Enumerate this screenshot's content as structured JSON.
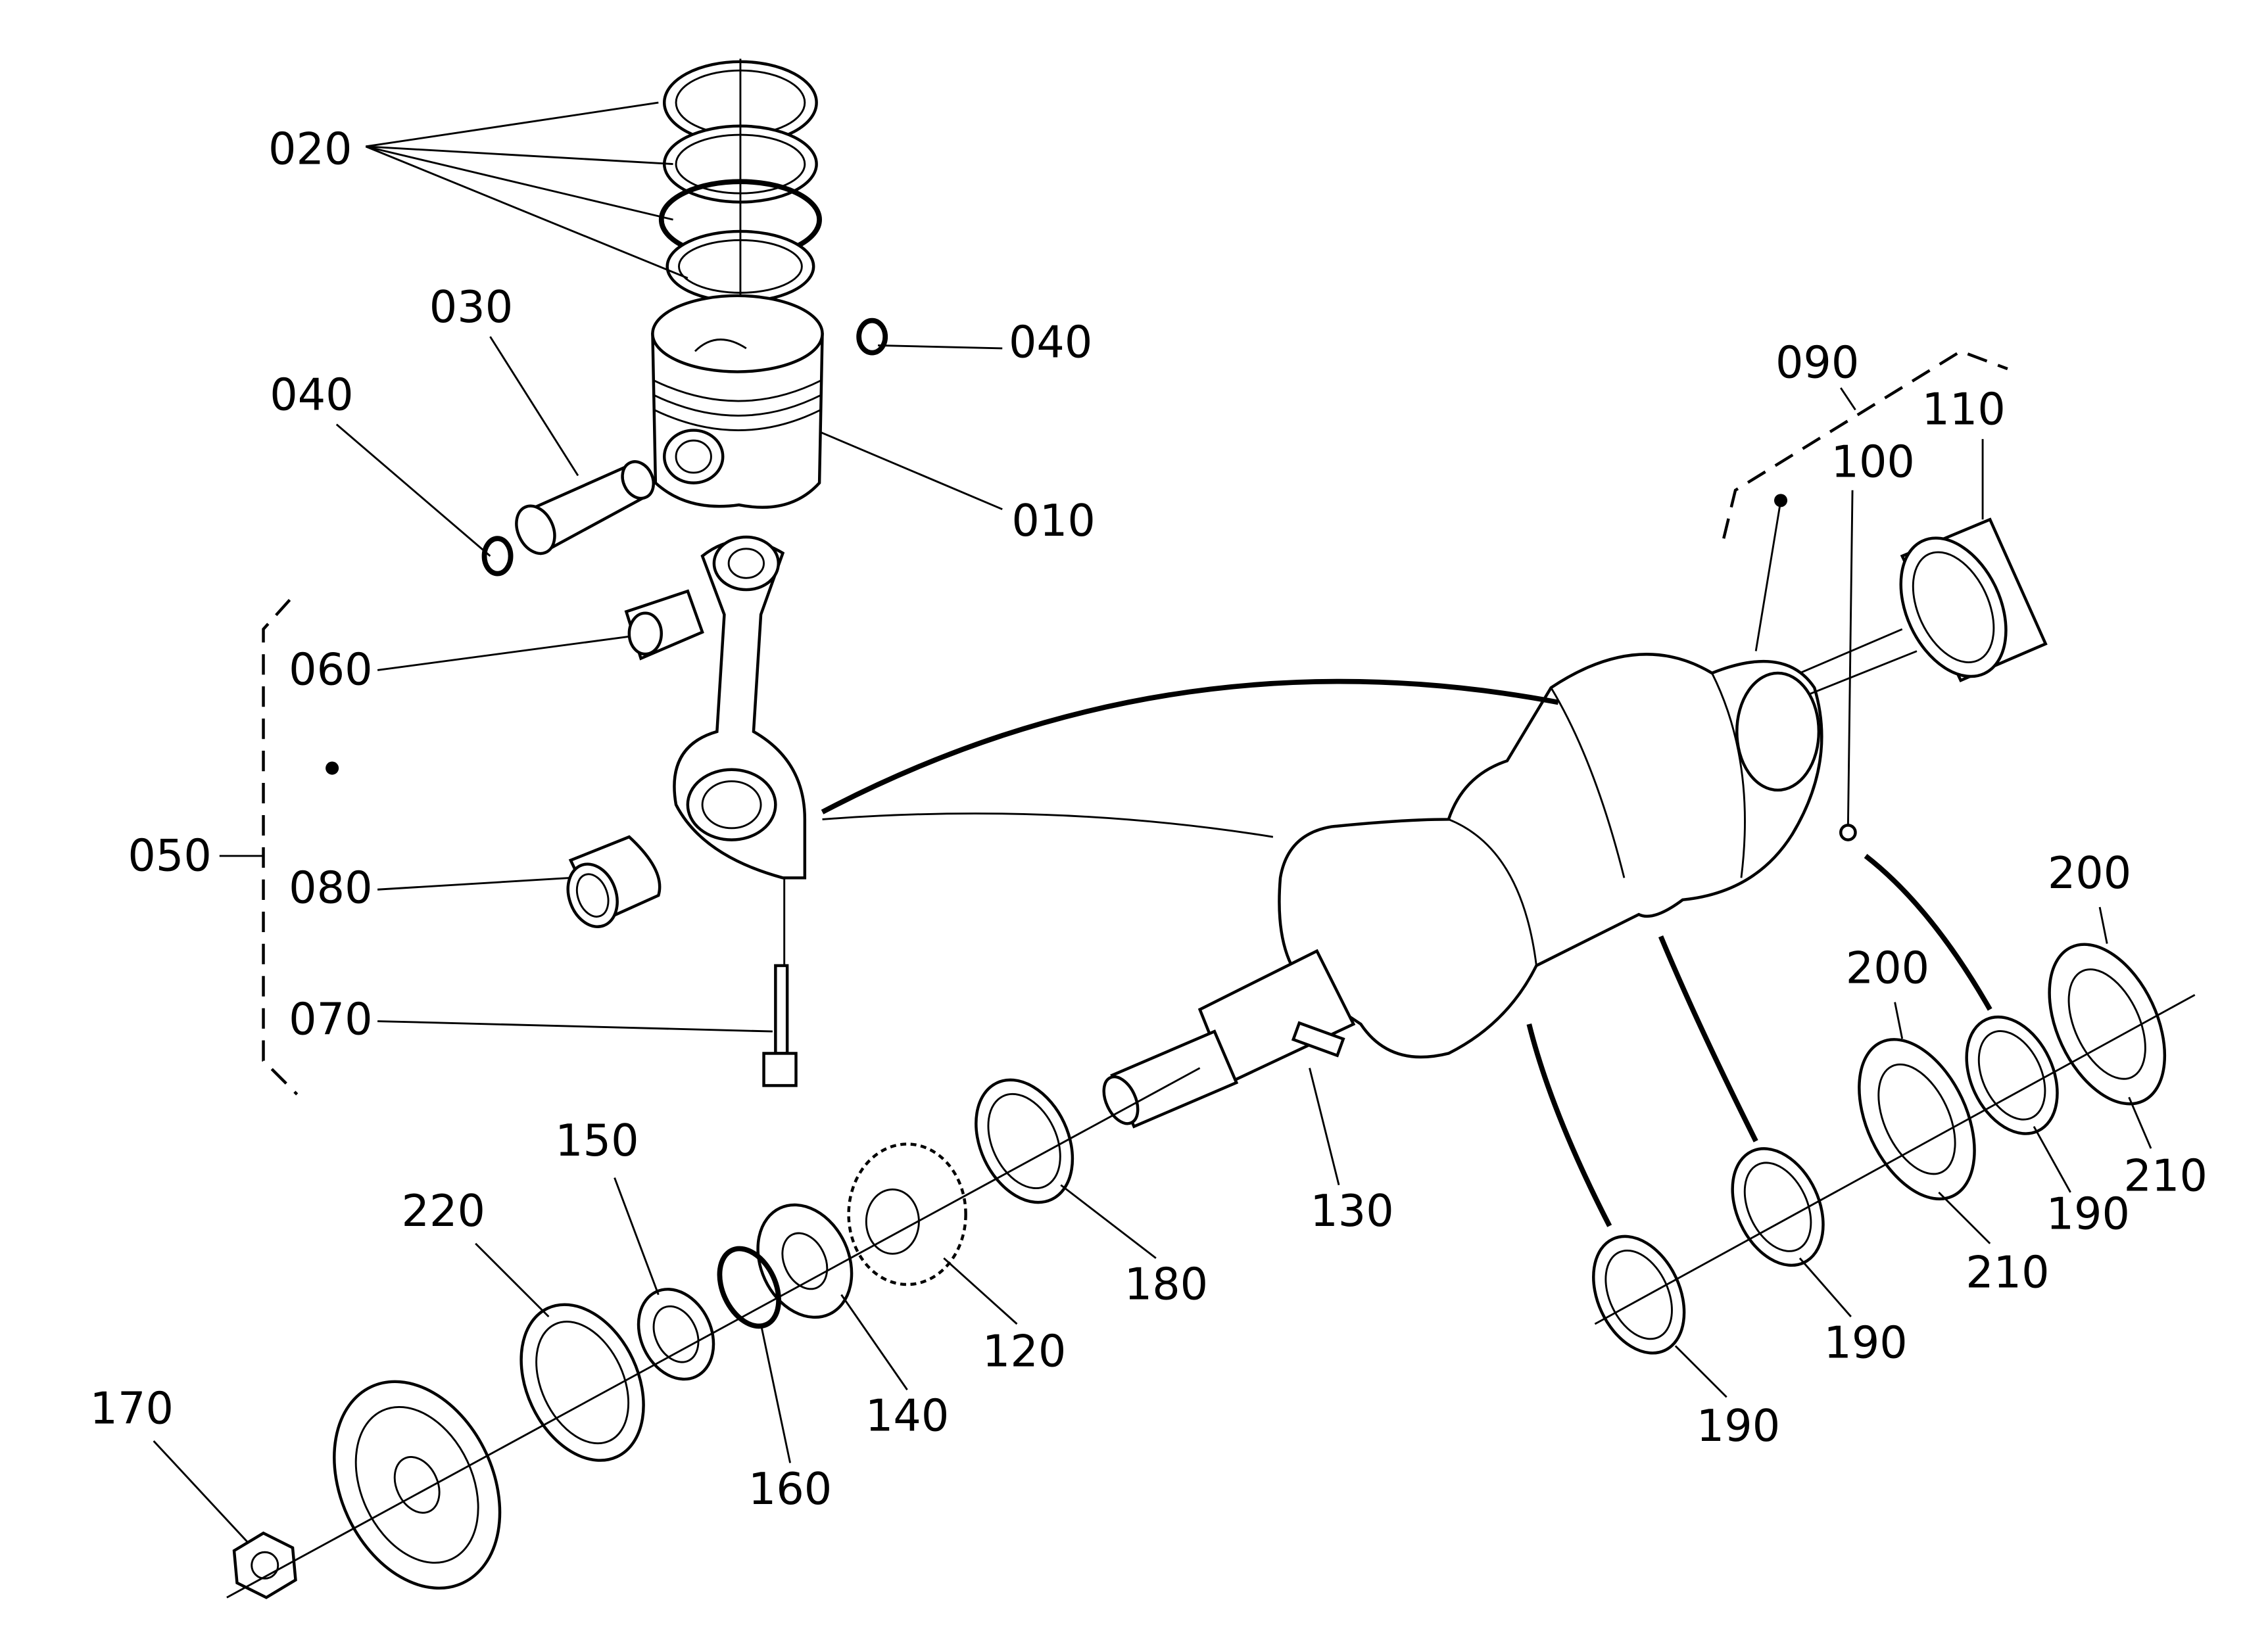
{
  "diagram": {
    "type": "exploded parts diagram",
    "colors": {
      "line": "#000000",
      "background": "#ffffff"
    },
    "callouts": [
      {
        "id": "c020",
        "text": "020"
      },
      {
        "id": "c030",
        "text": "030"
      },
      {
        "id": "c040a",
        "text": "040"
      },
      {
        "id": "c040b",
        "text": "040"
      },
      {
        "id": "c010",
        "text": "010"
      },
      {
        "id": "c090",
        "text": "090"
      },
      {
        "id": "c110",
        "text": "110"
      },
      {
        "id": "c100",
        "text": "100"
      },
      {
        "id": "c060",
        "text": "060"
      },
      {
        "id": "c050",
        "text": "050"
      },
      {
        "id": "c080",
        "text": "080"
      },
      {
        "id": "c070",
        "text": "070"
      },
      {
        "id": "c150",
        "text": "150"
      },
      {
        "id": "c220",
        "text": "220"
      },
      {
        "id": "c130",
        "text": "130"
      },
      {
        "id": "c180",
        "text": "180"
      },
      {
        "id": "c120",
        "text": "120"
      },
      {
        "id": "c140",
        "text": "140"
      },
      {
        "id": "c160",
        "text": "160"
      },
      {
        "id": "c170",
        "text": "170"
      },
      {
        "id": "c200a",
        "text": "200"
      },
      {
        "id": "c200b",
        "text": "200"
      },
      {
        "id": "c210a",
        "text": "210"
      },
      {
        "id": "c190a",
        "text": "190"
      },
      {
        "id": "c210b",
        "text": "210"
      },
      {
        "id": "c190b",
        "text": "190"
      },
      {
        "id": "c190c",
        "text": "190"
      }
    ]
  }
}
